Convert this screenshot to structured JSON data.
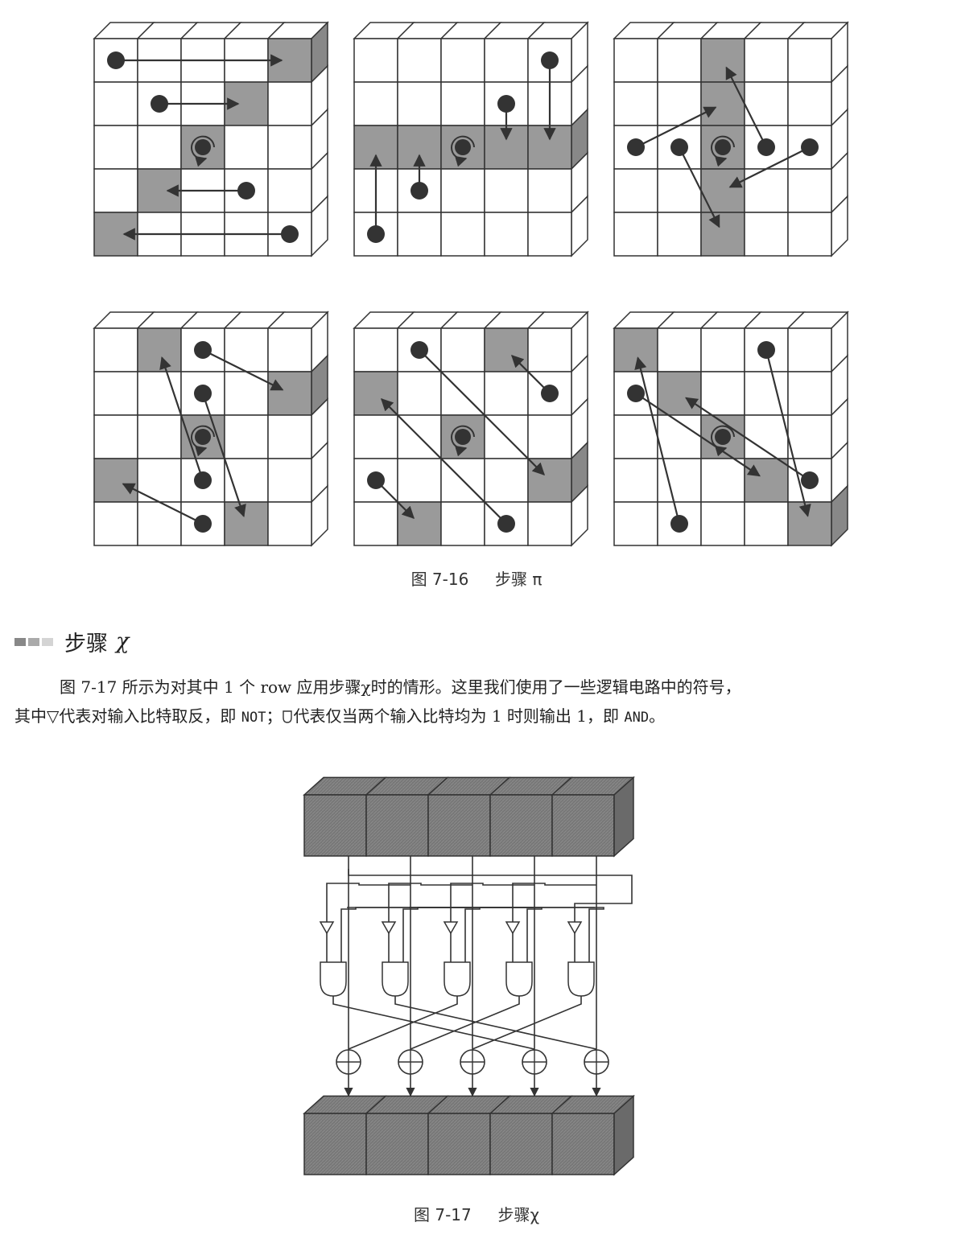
{
  "figure_pi": {
    "caption_label": "图 7-16",
    "caption_title": "步骤 π"
  },
  "section": {
    "heading": "步骤",
    "symbol": "χ"
  },
  "paragraph": {
    "line1": "图 7-17 所示为对其中 1 个 row 应用步骤χ时的情形。这里我们使用了一些逻辑电路中的符号，",
    "line2_a": "其中▽代表对输入比特取反，即 ",
    "not_word": "NOT",
    "line2_b": "；",
    "line2_c": "代表仅当两个输入比特均为 1 时则输出 1，即 ",
    "and_word": "AND",
    "line2_d": "。"
  },
  "figure_chi": {
    "caption_label": "图 7-17",
    "caption_title": "步骤χ"
  },
  "colors": {
    "cell_dark": "#7a7a7a",
    "cell_grey": "#9a9a9a",
    "line": "#333333"
  }
}
